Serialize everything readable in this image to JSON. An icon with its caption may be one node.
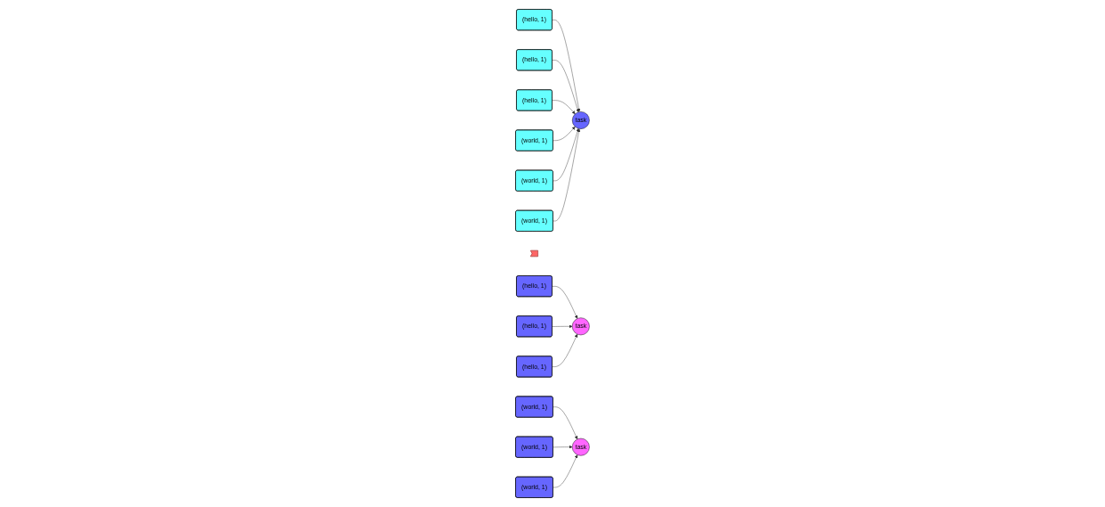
{
  "diagram": {
    "nodes": [
      {
        "text": [
          "(hello, 1)"
        ]
      },
      {
        "text": [
          "(hello, 1)"
        ]
      },
      {
        "text": [
          "(hello, 1)"
        ]
      },
      {
        "text": [
          "(world, 1)"
        ]
      },
      {
        "text": [
          "(world, 1)"
        ]
      },
      {
        "text": [
          "(world, 1)"
        ]
      },
      {
        "text": [
          "task"
        ]
      },
      {
        "text": [],
        "shape": "arrow"
      },
      {
        "text": [
          "(hello, 1)"
        ]
      },
      {
        "text": [
          "(hello, 1)"
        ]
      },
      {
        "text": [
          "(hello, 1)"
        ]
      },
      {
        "text": [
          "(world, 1)"
        ]
      },
      {
        "text": [
          "(world, 1)"
        ]
      },
      {
        "text": [
          "(world, 1)"
        ]
      },
      {
        "text": [
          "task"
        ]
      },
      {
        "text": [
          "task"
        ]
      }
    ],
    "edges": [
      {
        "from": 0,
        "to": 6,
        "arrow": "to"
      },
      {
        "from": 1,
        "to": 6,
        "arrow": "to"
      },
      {
        "from": 2,
        "to": 6,
        "arrow": "to"
      },
      {
        "from": 3,
        "to": 6,
        "arrow": "to"
      },
      {
        "from": 4,
        "to": 6,
        "arrow": "to"
      },
      {
        "from": 5,
        "to": 6,
        "arrow": "to"
      },
      {
        "from": 8,
        "to": 14,
        "arrow": "to"
      },
      {
        "from": 9,
        "to": 14,
        "arrow": "to"
      },
      {
        "from": 10,
        "to": 14,
        "arrow": "to"
      },
      {
        "from": 11,
        "to": 15,
        "arrow": "to"
      },
      {
        "from": 12,
        "to": 15,
        "arrow": "to"
      },
      {
        "from": 13,
        "to": 15,
        "arrow": "to"
      }
    ]
  }
}
